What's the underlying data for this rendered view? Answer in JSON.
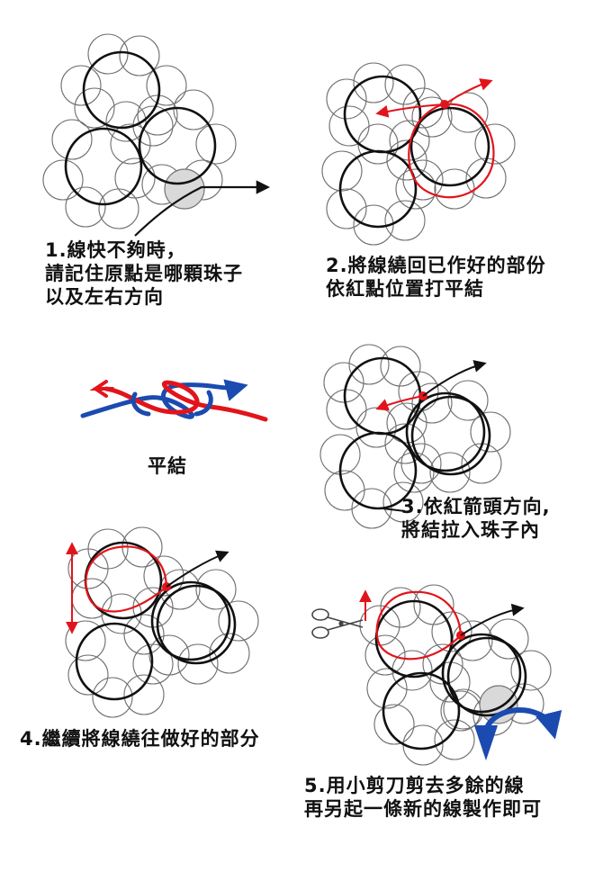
{
  "colors": {
    "ink": "#111111",
    "bead": "#6f6f6f",
    "start_bead": "#d4d4d4",
    "red": "#e2141b",
    "blue": "#1b4bb0"
  },
  "icons": [
    "arrow-icon",
    "scissors-icon",
    "reef-knot-icon",
    "start-point-icon"
  ],
  "steps": {
    "step1": {
      "lines": [
        "1.線快不夠時，",
        "請記住原點是哪顆珠子",
        "以及左右方向"
      ]
    },
    "step2": {
      "lines": [
        "2.將線繞回已作好的部份",
        "依紅點位置打平結"
      ]
    },
    "knot": {
      "label": "平結"
    },
    "step3": {
      "lines": [
        "3.依紅箭頭方向,",
        "將結拉入珠子內"
      ]
    },
    "step4": {
      "lines": [
        "4.繼續將線繞往做好的部分"
      ]
    },
    "step5": {
      "lines": [
        "5.用小剪刀剪去多餘的線",
        "再另起一條新的線製作即可"
      ]
    }
  }
}
